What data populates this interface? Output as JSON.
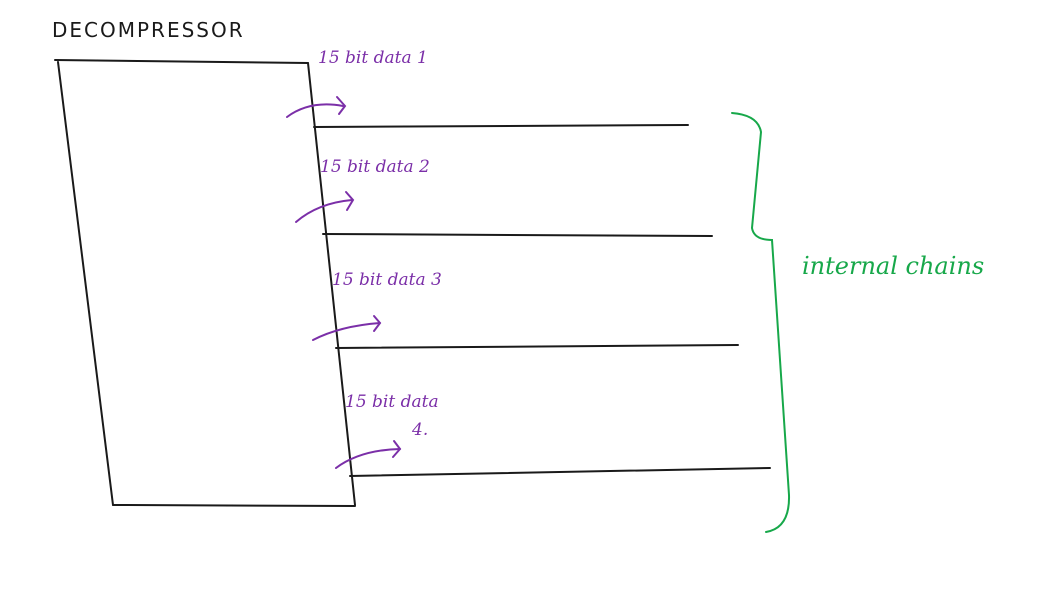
{
  "diagram": {
    "title": "DECOMPRESSOR",
    "chains": [
      {
        "label": "15 bit data 1"
      },
      {
        "label": "15 bit data 2"
      },
      {
        "label": "15 bit data 3"
      },
      {
        "label": "15 bit data",
        "label_line2": "4."
      }
    ],
    "brace_label": "internal chains",
    "colors": {
      "stroke": "#1a1a1a",
      "data_label": "#7b2fa8",
      "brace": "#17a84a"
    }
  }
}
